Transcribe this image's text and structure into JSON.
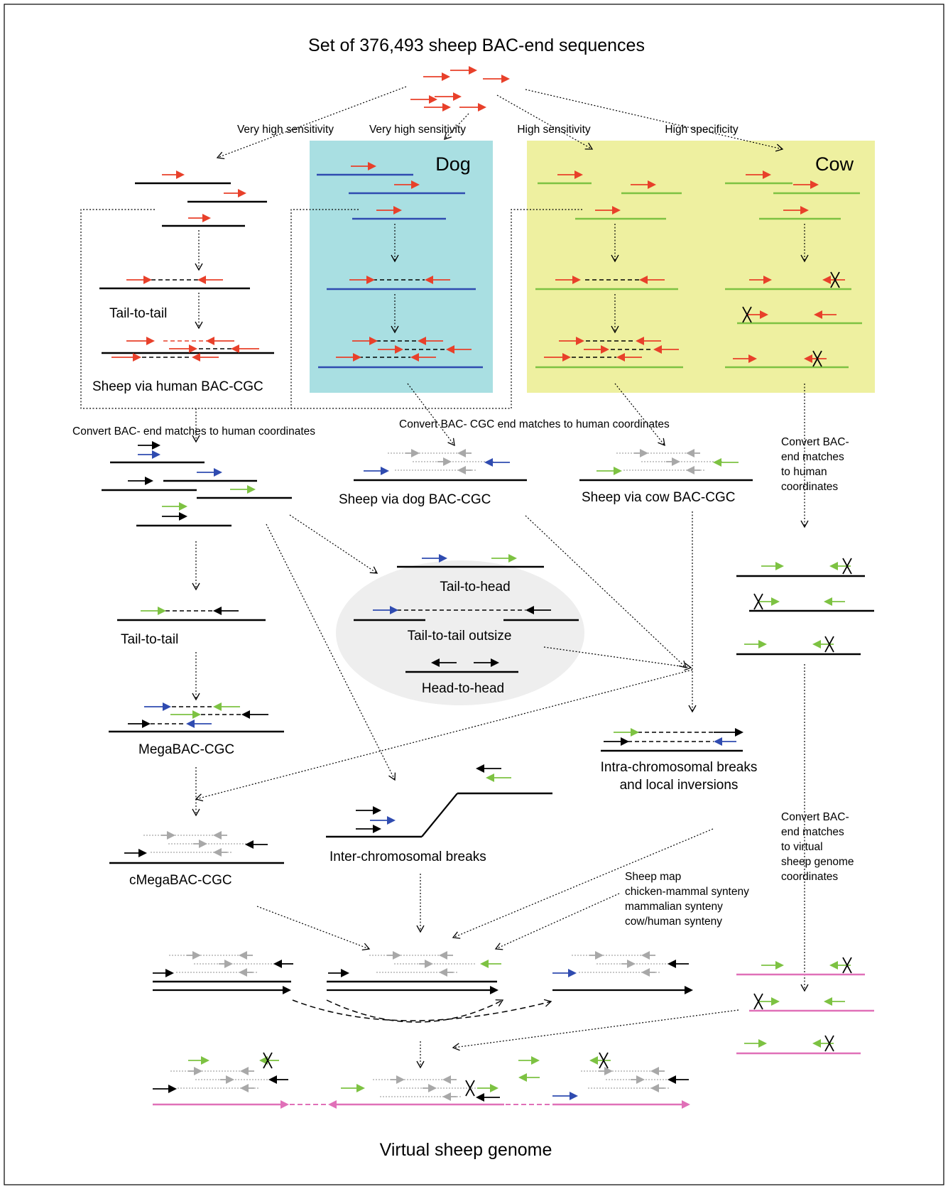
{
  "title": "Set of 376,493 sheep BAC-end sequences",
  "footer": "Virtual sheep genome",
  "branches": {
    "b1": "Very high sensitivity",
    "b2": "Very high sensitivity",
    "b3": "High sensitivity",
    "b4": "High specificity"
  },
  "boxes": {
    "dog": "Dog",
    "cow": "Cow"
  },
  "labels": {
    "tail_to_tail_1": "Tail-to-tail",
    "sheep_human": "Sheep via human BAC-CGC",
    "convert_human_1": "Convert BAC- end matches to human coordinates",
    "convert_cgc": "Convert BAC- CGC end matches to human coordinates",
    "convert_cow_1": "Convert BAC-",
    "convert_cow_2": "end matches",
    "convert_cow_3": "to human",
    "convert_cow_4": "coordinates",
    "sheep_dog": "Sheep via dog BAC-CGC",
    "sheep_cow": "Sheep via cow BAC-CGC",
    "tail_to_head": "Tail-to-head",
    "tail_to_tail_outsize": "Tail-to-tail outsize",
    "head_to_head": "Head-to-head",
    "tail_to_tail_2": "Tail-to-tail",
    "megabac": "MegaBAC-CGC",
    "cmegabac": "cMegaBAC-CGC",
    "intra_1": "Intra-chromosomal breaks",
    "intra_2": "and local inversions",
    "inter": "Inter-chromosomal breaks",
    "convert_virtual_1": "Convert BAC-",
    "convert_virtual_2": "end matches",
    "convert_virtual_3": "to virtual",
    "convert_virtual_4": "sheep genome",
    "convert_virtual_5": "coordinates",
    "synteny_1": "Sheep map",
    "synteny_2": "chicken-mammal synteny",
    "synteny_3": "mammalian synteny",
    "synteny_4": "cow/human synteny"
  },
  "colors": {
    "red": "#e8402a",
    "blue": "#2f4bb0",
    "green": "#7dc242",
    "gray": "#a8a8a8",
    "black": "#000000",
    "pink": "#e070b8",
    "dog_bg": "#a9dfe2",
    "cow_bg": "#eef0a0",
    "ellipse_bg": "#eeeeee"
  }
}
